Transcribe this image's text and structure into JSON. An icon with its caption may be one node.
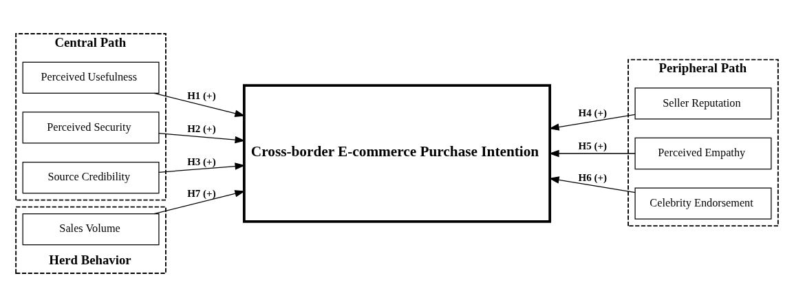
{
  "diagram": {
    "nodes": [
      {
        "text": [
          "Central Path"
        ]
      },
      {
        "text": [
          "Perceived Usefulness"
        ],
        "in": 0
      },
      {
        "text": [
          "Perceived Security"
        ],
        "in": 0
      },
      {
        "text": [
          "Source Credibility"
        ],
        "in": 0
      },
      {
        "text": [
          "Cross-border E-commerce Purchase Intention"
        ]
      },
      {
        "text": [
          "Peripheral Path"
        ]
      },
      {
        "text": [
          "Seller Reputation"
        ],
        "in": 5
      },
      {
        "text": [
          "Perceived Empathy"
        ],
        "in": 5
      },
      {
        "text": [
          "Celebrity Endorsement"
        ],
        "in": 5
      },
      {
        "text": [
          "Herd Behavior"
        ]
      },
      {
        "text": [
          "Sales Volume"
        ],
        "in": 9
      }
    ],
    "edges": [
      {
        "from": 1,
        "to": 4,
        "arrow": "to",
        "label": "H1 (+)"
      },
      {
        "from": 2,
        "to": 4,
        "arrow": "to",
        "label": "H2 (+)"
      },
      {
        "from": 3,
        "to": 4,
        "arrow": "to",
        "label": "H3 (+)"
      },
      {
        "from": 6,
        "to": 4,
        "arrow": "to",
        "label": "H4 (+)"
      },
      {
        "from": 7,
        "to": 4,
        "arrow": "to",
        "label": "H5 (+)"
      },
      {
        "from": 8,
        "to": 4,
        "arrow": "to",
        "label": "H6 (+)"
      },
      {
        "from": 10,
        "to": 4,
        "arrow": "to",
        "label": "H7 (+)"
      }
    ]
  }
}
